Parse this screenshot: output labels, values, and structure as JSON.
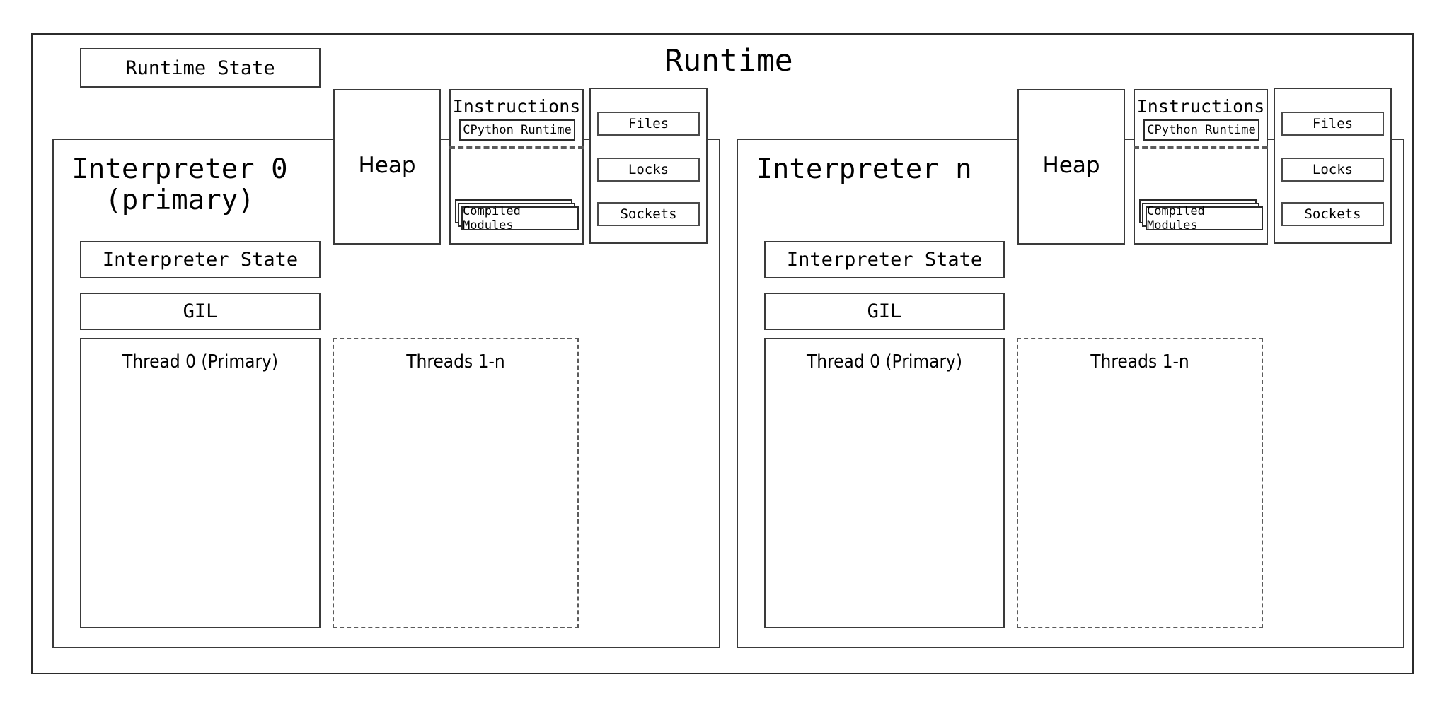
{
  "diagram": {
    "title": "Runtime",
    "runtime_state_label": "Runtime State",
    "interpreters": [
      {
        "id": "interpreter-0",
        "title": "Interpreter 0\n(primary)",
        "state_label": "Interpreter State",
        "gil_label": "GIL",
        "threads": [
          {
            "label": "Thread 0 (Primary)",
            "style": "solid"
          },
          {
            "label": "Threads 1-n",
            "style": "dashed"
          }
        ],
        "heap_label": "Heap",
        "instructions": {
          "title": "Instructions",
          "cpython_runtime_label": "CPython Runtime",
          "compiled_modules_label": "Compiled Modules"
        },
        "resources": {
          "files_label": "Files",
          "locks_label": "Locks",
          "sockets_label": "Sockets"
        }
      },
      {
        "id": "interpreter-n",
        "title": "Interpreter n",
        "state_label": "Interpreter State",
        "gil_label": "GIL",
        "threads": [
          {
            "label": "Thread 0 (Primary)",
            "style": "solid"
          },
          {
            "label": "Threads 1-n",
            "style": "dashed"
          }
        ],
        "heap_label": "Heap",
        "instructions": {
          "title": "Instructions",
          "cpython_runtime_label": "CPython Runtime",
          "compiled_modules_label": "Compiled Modules"
        },
        "resources": {
          "files_label": "Files",
          "locks_label": "Locks",
          "sockets_label": "Sockets"
        }
      }
    ],
    "colors": {
      "background": "#ffffff",
      "stroke": "#2b2b2b",
      "stroke_light": "#4a4a4a",
      "dashed_stroke": "#5b5b5b",
      "text": "#000000"
    }
  }
}
